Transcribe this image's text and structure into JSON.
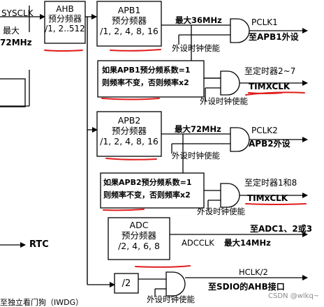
{
  "left": {
    "sysclk": "SYSCLK",
    "max_prefix": "最大",
    "max_value": "72MHz",
    "rtc": "RTC",
    "iwdg": "至独立看门狗（IWDG）"
  },
  "ahb": {
    "title": "AHB",
    "subtitle": "预分频器",
    "divs": "/1, 2..512"
  },
  "apb1": {
    "title": "APB1",
    "subtitle": "预分频器",
    "divs": "/1, 2, 4, 8, 16",
    "max": "最大36MHz",
    "pclk": "PCLK1",
    "target": "至APB1外设",
    "enable": "外设时钟使能",
    "timer_note_line1": "如果APB1预分频系数=1",
    "timer_note_line2": "则频率不变，否则频率x2",
    "timer_target": "至定时器2~7",
    "timer_clk": "TIMXCLK",
    "timer_enable": "外设时钟使能"
  },
  "apb2": {
    "title": "APB2",
    "subtitle": "预分频器",
    "divs": "/1, 2, 4, 8, 16",
    "max": "最大72MHz",
    "pclk": "PCLK2",
    "target": "APB2外设",
    "enable": "外设时钟使能",
    "timer_note_line1": "如果APB2预分频系数=1",
    "timer_note_line2": "则频率不变，否则频率x2",
    "timer_target": "至定时器1和8",
    "timer_clk": "TIMxCLK",
    "timer_enable": "外设时钟使能"
  },
  "adc": {
    "title": "ADC",
    "subtitle": "预分频器",
    "divs": "/2, 4, 6, 8",
    "clk": "ADCCLK",
    "max": "最大14MHz",
    "target": "至ADC1、2或3"
  },
  "hclk": {
    "div": "/2",
    "label": "HCLK/2",
    "target": "至SDIO的AHB接口",
    "enable": "外设时钟使能"
  },
  "watermark": "CSDN @wlkq~",
  "colors": {
    "annotation_red": "#e11d1d",
    "annotation_blue": "#1e3a8a"
  }
}
